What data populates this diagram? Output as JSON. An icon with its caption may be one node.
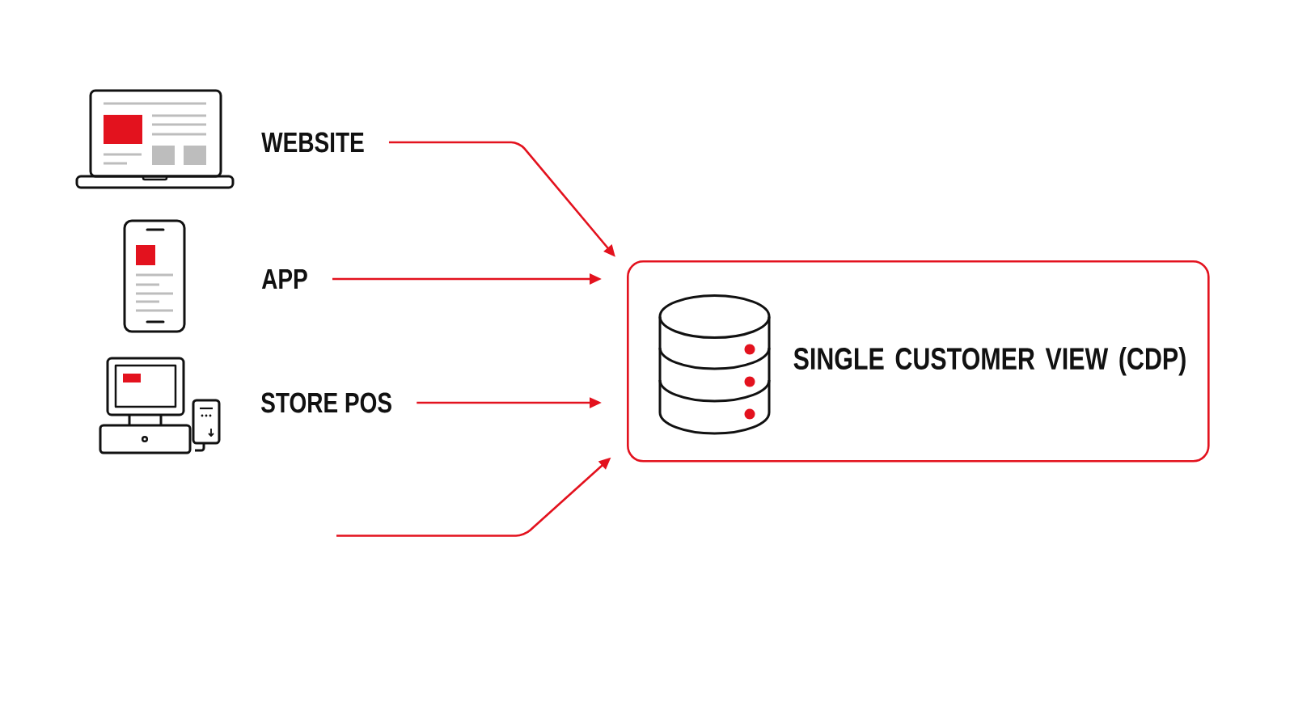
{
  "diagram": {
    "nodes": [
      {
        "text": [
          "WEBSITE"
        ]
      },
      {
        "text": [
          "APP"
        ]
      },
      {
        "text": [
          "STORE POS"
        ]
      },
      {
        "text": [
          "SINGLE CUSTOMER VIEW (CDP)"
        ]
      }
    ],
    "edges": [
      {
        "from": 0,
        "to": 3,
        "arrow": "to"
      },
      {
        "from": 1,
        "to": 3,
        "arrow": "to"
      },
      {
        "from": 2,
        "to": 3,
        "arrow": "to"
      },
      {
        "from": null,
        "to": 3,
        "arrow": "to"
      }
    ]
  }
}
